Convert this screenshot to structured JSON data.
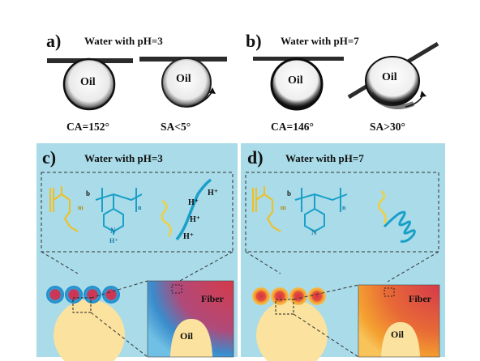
{
  "panels": {
    "a": {
      "letter": "a)",
      "title": "Water with pH=3",
      "ca": "CA=152°",
      "sa": "SA<5°"
    },
    "b": {
      "letter": "b)",
      "title": "Water with pH=7",
      "ca": "CA=146°",
      "sa": "SA>30°"
    },
    "c": {
      "letter": "c)",
      "title": "Water with pH=3"
    },
    "d": {
      "letter": "d)",
      "title": "Water with pH=7"
    }
  },
  "droplet_label": "Oil",
  "schematic": {
    "fiber_label": "Fiber",
    "oil_label": "Oil",
    "protons": [
      "H⁺",
      "H⁺",
      "H⁺",
      "H⁺"
    ],
    "pyridinium_h": "H⁺",
    "n_label": "N",
    "block_b": "b",
    "sub_m": "m",
    "sub_n": "n"
  },
  "colors": {
    "bg_panel": "#a9dbe9",
    "yellow_chain": "#f0c020",
    "blue_chain": "#1aa0c8",
    "oil": "#fbe29e",
    "fiber_red": "#d63a4a",
    "fiber_orange": "#f4a030"
  }
}
